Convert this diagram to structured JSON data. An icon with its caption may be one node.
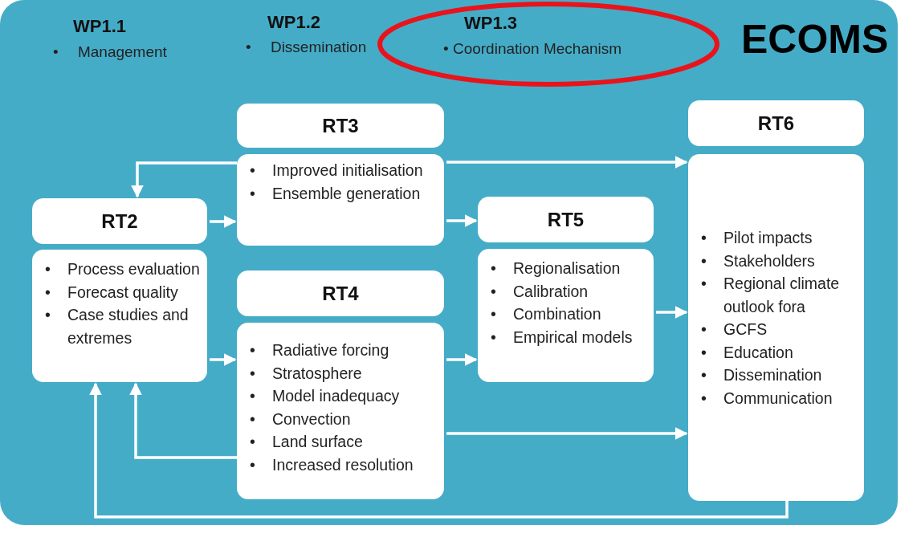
{
  "diagram": {
    "nodes": [
      {
        "text": [],
        "shape": "box"
      },
      {
        "text": [
          "WP1.3",
          "• Coordination Mechanism"
        ],
        "in": 0
      },
      {
        "text": [
          "RT3"
        ],
        "in": 0
      },
      {
        "text": [
          "• Improved initialisation",
          "• Ensemble generation"
        ],
        "in": 0
      },
      {
        "text": [
          "RT2"
        ],
        "in": 0
      },
      {
        "text": [
          "• Process evaluation",
          "• Forecast quality",
          "• Case studies and extremes"
        ],
        "in": 0
      },
      {
        "text": [
          "RT4"
        ],
        "in": 0
      },
      {
        "text": [
          "• Radiative forcing",
          "• Stratosphere",
          "• Model inadequacy",
          "• Convection",
          "• Land surface",
          "• Increased resolution"
        ],
        "in": 0
      },
      {
        "text": [
          "RT5"
        ],
        "in": 0
      },
      {
        "text": [
          "• Regionalisation",
          "• Calibration",
          "• Combination",
          "• Empirical models"
        ],
        "in": 0
      },
      {
        "text": [
          "RT6"
        ],
        "in": 0
      },
      {
        "text": [
          "• Pilot impacts",
          "• Stakeholders",
          "• Regional climate outlook fora",
          "• GCFS",
          "• Education",
          "• Dissemination",
          "• Communication"
        ],
        "in": 0
      }
    ],
    "edges": [
      {
        "from": 3,
        "to": 4,
        "arrow": "to"
      },
      {
        "from": 4,
        "to": 3,
        "arrow": "to"
      },
      {
        "from": 3,
        "to": 8,
        "arrow": "to"
      },
      {
        "from": 3,
        "to": 11,
        "arrow": "to"
      },
      {
        "from": 5,
        "to": 7,
        "arrow": "to"
      },
      {
        "from": 7,
        "to": 9,
        "arrow": "to"
      },
      {
        "from": 9,
        "to": 11,
        "arrow": "to"
      },
      {
        "from": 7,
        "to": 11,
        "arrow": "to"
      },
      {
        "from": 7,
        "to": 5,
        "arrow": "to"
      },
      {
        "from": 11,
        "to": 5,
        "arrow": "to"
      }
    ],
    "labels": [
      "WP1.1",
      "• Management",
      "WP1.2",
      "• Dissemination",
      "ECOMS"
    ]
  }
}
